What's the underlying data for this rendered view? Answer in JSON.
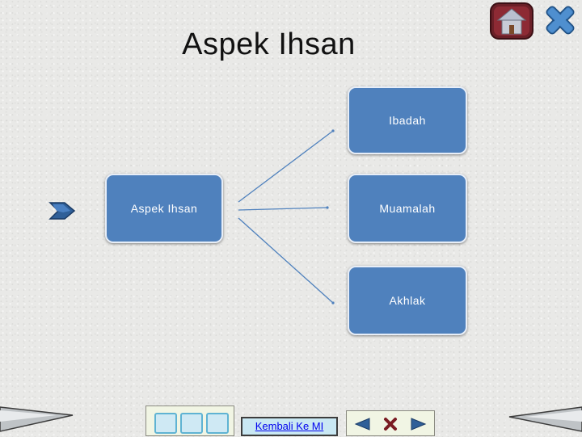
{
  "header": {
    "title": "Aspek Ihsan"
  },
  "diagram": {
    "root": "Aspek  Ihsan",
    "children": [
      "Ibadah",
      "Muamalah",
      "Akhlak"
    ]
  },
  "footer": {
    "back_link": "Kembali Ke MI"
  },
  "colors": {
    "node_fill": "#4f81bd",
    "connector": "#4f81bd"
  },
  "icons": [
    "home-icon",
    "close-icon",
    "chevron-right-icon",
    "prev-arrow-icon",
    "stop-icon",
    "next-arrow-icon"
  ]
}
